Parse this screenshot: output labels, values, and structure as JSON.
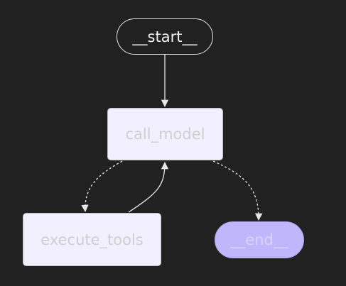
{
  "graph": {
    "nodes": {
      "start": "__start__",
      "call_model": "call_model",
      "execute_tools": "execute_tools",
      "end": "__end__"
    },
    "edges": [
      {
        "from": "__start__",
        "to": "call_model",
        "style": "solid"
      },
      {
        "from": "call_model",
        "to": "execute_tools",
        "style": "dashed"
      },
      {
        "from": "execute_tools",
        "to": "call_model",
        "style": "solid"
      },
      {
        "from": "call_model",
        "to": "__end__",
        "style": "dashed"
      }
    ]
  },
  "colors": {
    "background": "#212121",
    "node_fill": "#f2f0ff",
    "end_fill": "#bfb6fc",
    "edge": "#e6e6e6"
  }
}
